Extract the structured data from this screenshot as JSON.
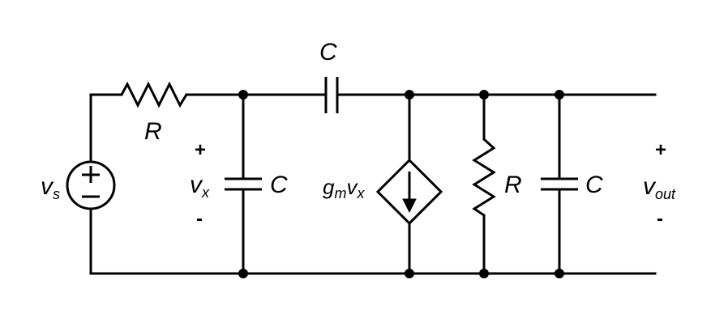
{
  "labels": {
    "vs_main": "v",
    "vs_sub": "s",
    "r1": "R",
    "c_series": "C",
    "vx_plus": "+",
    "vx_main": "v",
    "vx_sub": "x",
    "vx_minus": "-",
    "c1": "C",
    "gm_g": "g",
    "gm_m": "m",
    "gm_v": "v",
    "gm_x": "x",
    "r2": "R",
    "c2": "C",
    "vout_plus": "+",
    "vout_main": "v",
    "vout_sub": "out",
    "vout_minus": "-"
  }
}
